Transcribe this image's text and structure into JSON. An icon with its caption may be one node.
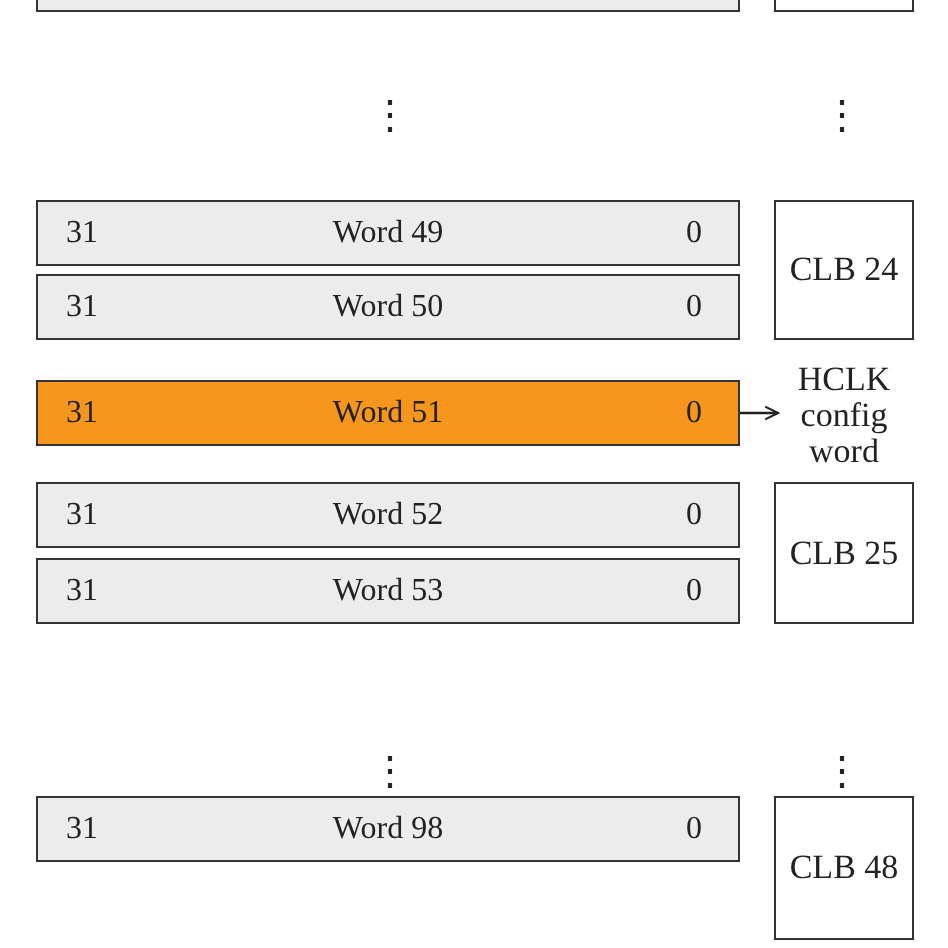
{
  "diagram": {
    "nodes": [
      {
        "text": [],
        "shape": "bar"
      },
      {
        "text": [],
        "shape": "box"
      },
      {
        "text": [
          "31",
          "Word 49",
          "0"
        ]
      },
      {
        "text": [
          "CLB 24"
        ]
      },
      {
        "text": [
          "31",
          "Word 50",
          "0"
        ]
      },
      {
        "text": [
          "31",
          "Word 51",
          "0"
        ]
      },
      {
        "text": [
          "HCLK config word"
        ]
      },
      {
        "text": [
          "31",
          "Word 52",
          "0"
        ]
      },
      {
        "text": [
          "CLB 25"
        ]
      },
      {
        "text": [
          "31",
          "Word 53",
          "0"
        ]
      },
      {
        "text": [
          "31",
          "Word 98",
          "0"
        ]
      },
      {
        "text": [
          "CLB 48"
        ]
      }
    ],
    "edges": [
      {
        "from": 5,
        "to": 6,
        "arrow": "to"
      }
    ],
    "labels": [
      "⋮",
      "⋮",
      "⋮",
      "⋮"
    ]
  }
}
